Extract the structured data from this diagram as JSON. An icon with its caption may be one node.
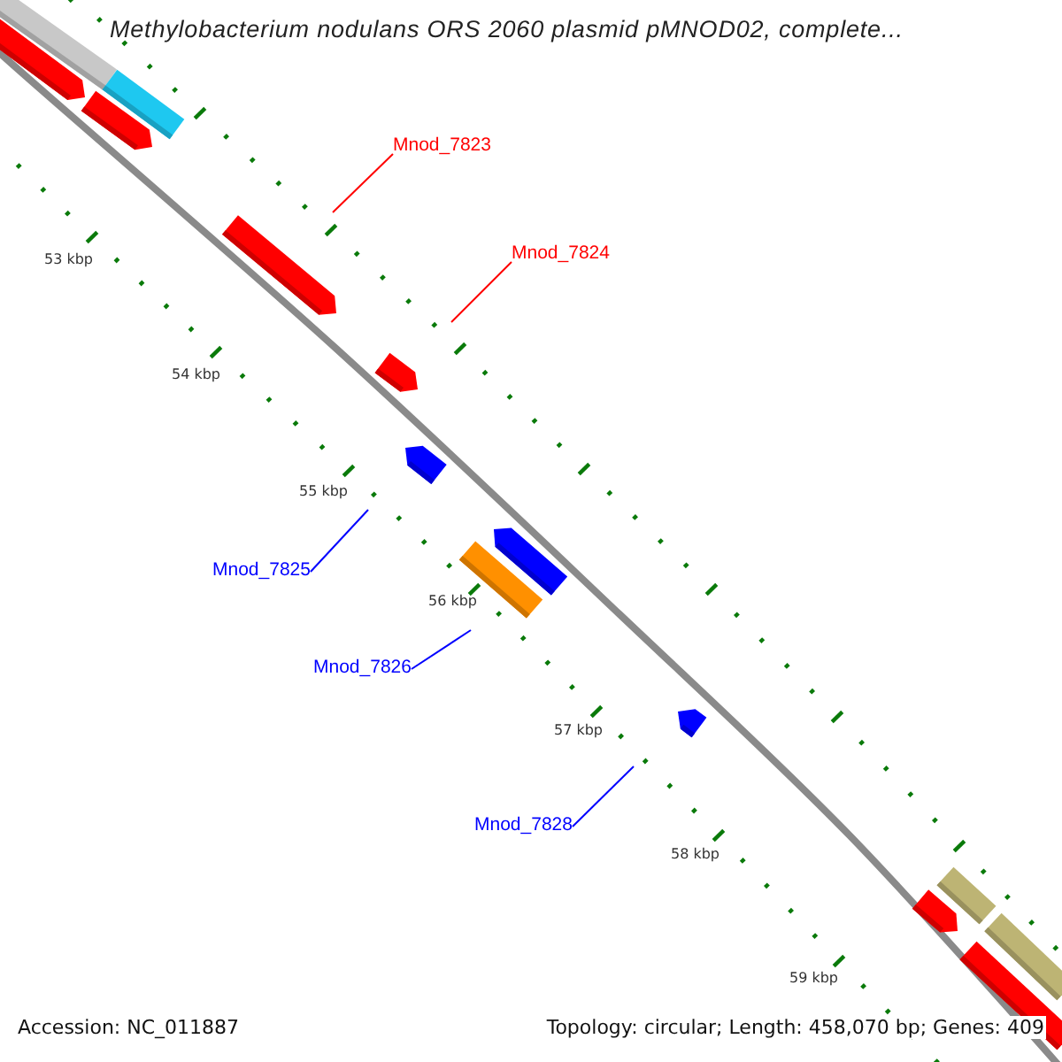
{
  "diagram": {
    "title": "Methylobacterium nodulans ORS 2060 plasmid pMNOD02, complete...",
    "nodes": [
      {
        "text": [
          "Mnod_7823"
        ]
      },
      {
        "text": [
          "Mnod_7824"
        ]
      },
      {
        "text": [
          "Mnod_7825"
        ]
      },
      {
        "text": [
          "Mnod_7826"
        ]
      },
      {
        "text": [
          "Mnod_7828"
        ]
      }
    ],
    "edges": [
      {
        "from": 0,
        "to": null,
        "arrow": "none",
        "color": "#ff0000"
      },
      {
        "from": 1,
        "to": null,
        "arrow": "none",
        "color": "#ff0000"
      },
      {
        "from": 2,
        "to": null,
        "arrow": "none",
        "color": "#0000ff"
      },
      {
        "from": 3,
        "to": null,
        "arrow": "none",
        "color": "#0000ff"
      },
      {
        "from": 4,
        "to": null,
        "arrow": "none",
        "color": "#0000ff"
      }
    ],
    "labels": [
      "53 kbp",
      "54 kbp",
      "55 kbp",
      "56 kbp",
      "57 kbp",
      "58 kbp",
      "59 kbp",
      "Accession: NC_011887",
      "Topology: circular; Length: 458,070 bp; Genes: 409"
    ]
  }
}
